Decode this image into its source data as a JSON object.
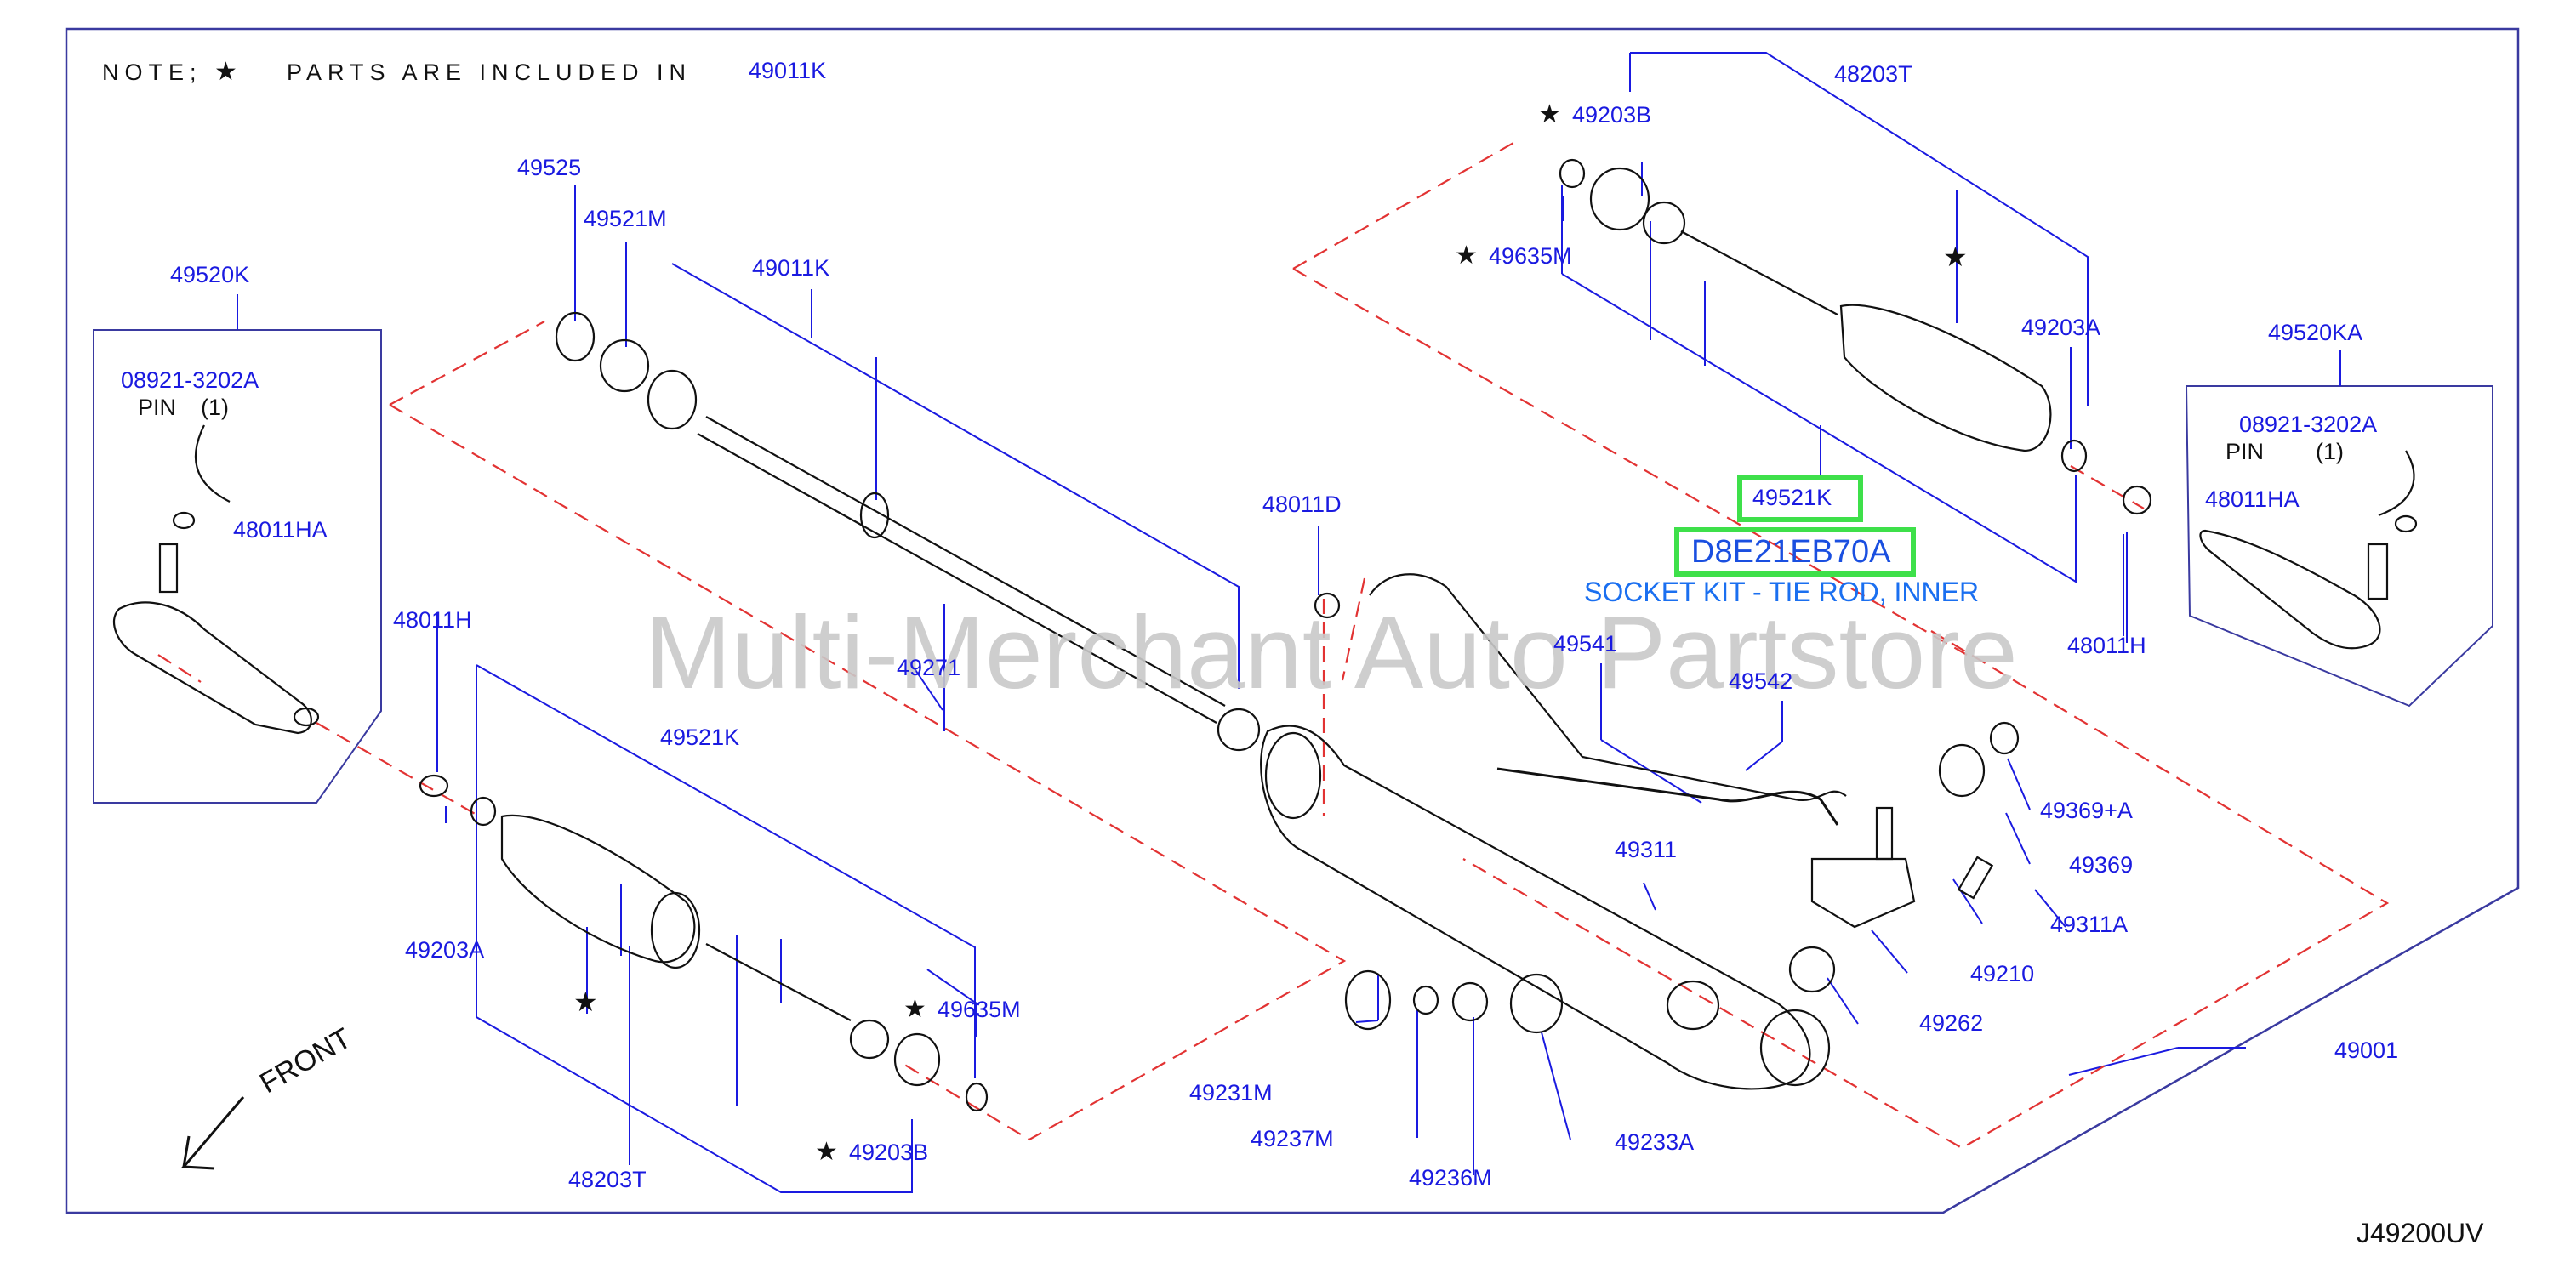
{
  "note": {
    "prefix": "NOTE;",
    "star": "★",
    "text": "PARTS ARE INCLUDED IN",
    "ref": "49011K"
  },
  "watermark": "Multi-Merchant Auto Partstore",
  "selected": {
    "part": "49521K",
    "code": "D8E21EB70A",
    "description": "SOCKET KIT - TIE ROD, INNER"
  },
  "diagram_code": "J49200UV",
  "front_label": "FRONT",
  "labels": {
    "l49520K": "49520K",
    "l08921L": "08921-3202A",
    "pinL": "PIN",
    "pinLq": "(1)",
    "l48011HA_L": "48011HA",
    "l48011H_L": "48011H",
    "l49525": "49525",
    "l49521M": "49521M",
    "l49011K": "49011K",
    "l49271": "49271",
    "l49521K_L": "49521K",
    "l49203A_L": "49203A",
    "l49635M_L": "49635M",
    "l49203B_L": "49203B",
    "l48203T_L": "48203T",
    "l48011D": "48011D",
    "l49541": "49541",
    "l49542": "49542",
    "l49311": "49311",
    "l49231M": "49231M",
    "l49237M": "49237M",
    "l49236M": "49236M",
    "l49233A": "49233A",
    "l49262": "49262",
    "l49210": "49210",
    "l49311A": "49311A",
    "l49369": "49369",
    "l49369A": "49369+A",
    "l49001": "49001",
    "l48203T_R": "48203T",
    "l49203B_R": "49203B",
    "l49635M_R": "49635M",
    "l49203A_R": "49203A",
    "l49520KA": "49520KA",
    "l08921R": "08921-3202A",
    "pinR": "PIN",
    "pinRq": "(1)",
    "l48011HA_R": "48011HA",
    "l48011H_R": "48011H"
  }
}
